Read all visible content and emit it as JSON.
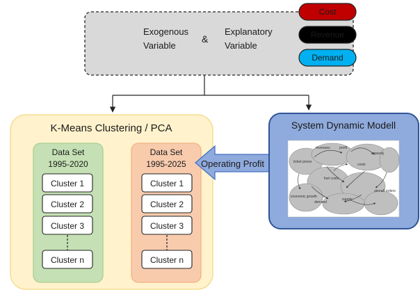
{
  "inputs": {
    "exogenous_line1": "Exogenous",
    "exogenous_line2": "Variable",
    "ampersand": "&",
    "explanatory_line1": "Explanatory",
    "explanatory_line2": "Variable",
    "pills": [
      {
        "label": "Cost",
        "fill": "#c00000",
        "text_color": "#ffffff"
      },
      {
        "label": "Revenue",
        "fill": "#000000",
        "text_color": "#ffffff"
      },
      {
        "label": "Demand",
        "fill": "#00b0f0",
        "text_color": "#ffffff"
      }
    ]
  },
  "clustering": {
    "title": "K-Means Clustering / PCA",
    "panel_color": "#fff2cc",
    "left": {
      "title_line1": "Data Set",
      "title_line2": "1995-2020",
      "color": "#c5e0b4",
      "clusters": [
        "Cluster 1",
        "Cluster 2",
        "Cluster 3",
        "Cluster n"
      ]
    },
    "right": {
      "title_line1": "Data Set",
      "title_line2": "1995-2025",
      "color": "#f8cbad",
      "clusters": [
        "Cluster 1",
        "Cluster 2",
        "Cluster 3",
        "Cluster n"
      ]
    }
  },
  "arrow_label": "Operating Profit",
  "arrow_color": "#8faadc",
  "sdm": {
    "title": "System Dynamic Modell",
    "color": "#8faadc",
    "thumb_labels": [
      "revenues",
      "profit",
      "costs",
      "demand",
      "capacity",
      "supply",
      "ticket prices",
      "fuel costs",
      "aircraft orders",
      "economic growth"
    ]
  }
}
